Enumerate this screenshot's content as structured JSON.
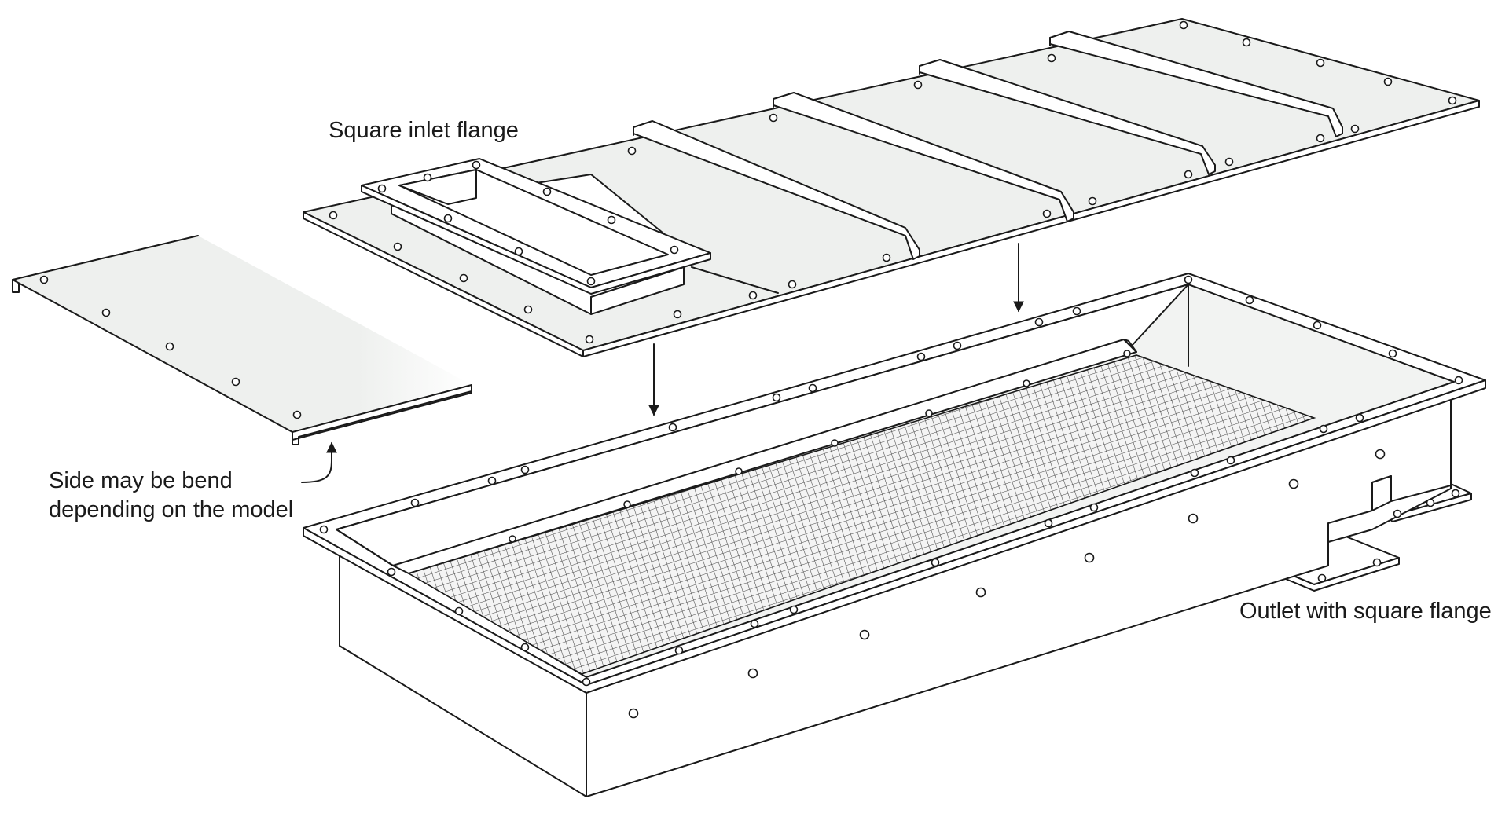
{
  "labels": {
    "inlet": "Square inlet flange",
    "side_line1": "Side may be bend",
    "side_line2": "depending on the model",
    "outlet": "Outlet with square flange"
  },
  "colors": {
    "stroke": "#1a1a1a",
    "panel": "#eef0ee",
    "background": "#ffffff"
  }
}
